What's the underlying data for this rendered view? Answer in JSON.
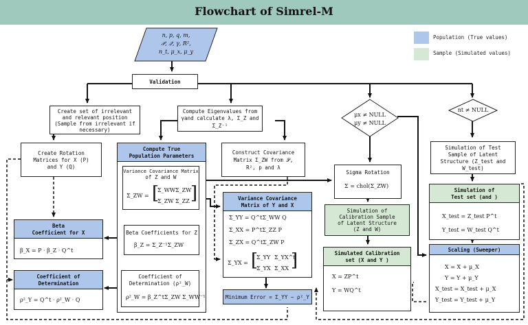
{
  "title": "Flowchart of Simrel-M",
  "legend": {
    "population": "Population (True values)",
    "sample": "Sample (Simulated values)",
    "population_color": "#aec6ea",
    "sample_color": "#d5e8d4"
  },
  "params": {
    "line1": "n, p, q, m,",
    "line2": "𝒫, 𝒬, γ, R²,",
    "line3": "n_t, μ_x, μ_y"
  },
  "validation": "Validation",
  "irrelevant": {
    "line1": "Create set of irrelevant",
    "line2": "and relevant position",
    "line3": "(Sample from irrelevant if",
    "line4": "necessary)"
  },
  "eigen": {
    "line1": "Compute Eigenvalues from",
    "line2": "γand calculate λ, Σ_Z and",
    "line3": "Σ_Z⁻¹"
  },
  "mu_diamond": {
    "line1": "μx ≠ NULL",
    "line2": "μy ≠ NULL"
  },
  "nt_diamond": {
    "line1": "nt ≠ NULL"
  },
  "rotation": {
    "line1": "Create Rotation",
    "line2": "Matrices for X (P)",
    "line3": "and Y (Q)"
  },
  "true_params": {
    "title1": "Compute True",
    "title2": "Population Parameters",
    "varcov_zw1": "Variance Covariance Matrix",
    "varcov_zw2": "of Z and W",
    "sigma_zw_lhs": "Σ_ZW =",
    "m11": "Σ_WW",
    "m12": "Σ_ZW",
    "m21": "Σ_ZW",
    "m22": "Σ_ZZ",
    "beta_z_title": "Beta Coefficients for Z",
    "beta_z_eq": "β_Z = Σ_Z⁻¹Σ_ZW",
    "coefdet1": "Coefficient of",
    "coefdet2": "Determination (ρ²_W)",
    "coefdet_eq": "ρ²_W = β_Z^tΣ_ZW Σ_WW⁻¹"
  },
  "construct_cov": {
    "line1": "Construct Covariance",
    "line2": "Matrix Σ_ZW from 𝒫,",
    "line3": "R², p and λ"
  },
  "sigma_rotation": {
    "title": "Sigma Rotation",
    "eq": "Σ = chol(Σ_ZW)"
  },
  "varcov_yx": {
    "title1": "Variance Covariance",
    "title2": "Matrix of Y and X",
    "eq1": "Σ_YY = Q^tΣ_WW Q",
    "eq2": "Σ_XX = P^tΣ_ZZ P",
    "eq3": "Σ_ZX = Q^tΣ_ZW P",
    "lhs": "Σ_YX =",
    "m11": "Σ_YY",
    "m12": "Σ_YX^t",
    "m21": "Σ_YX",
    "m22": "Σ_XX"
  },
  "min_error": "Minimum Error = Σ_YY − ρ²_Y",
  "beta_x": {
    "title1": "Beta",
    "title2": "Coefficient for X",
    "eq": "β_X = P · β_Z · Q^t"
  },
  "coef_det": {
    "title1": "Coefficient of",
    "title2": "Determination",
    "eq": "ρ²_Y = Q^t · ρ²_W · Q"
  },
  "sim_calib_latent": {
    "line1": "Simulation of",
    "line2": "Calibration Sample",
    "line3": "of Latent Structure",
    "line4": "(Z and W)"
  },
  "sim_calib_set": {
    "title1": "Simulated Calibration",
    "title2": "set (X and Y )",
    "eq1": "X = ZP^t",
    "eq2": "Y = WQ^t"
  },
  "sim_test_latent": {
    "line1": "Simulation of Test",
    "line2": "Sample of Latent",
    "line3": "Structure (Z_test and",
    "line4": "W_test)"
  },
  "sim_test_set": {
    "title1": "Simulation of",
    "title2": "Test set (and )",
    "eq1": "X_test = Z_test P^t",
    "eq2": "Y_test = W_test Q^t"
  },
  "scaling": {
    "title": "Scaling (Sweeper)",
    "eq1": "X = X + μ_X",
    "eq2": "Y = Y + μ_Y",
    "eq3": "X_test = X_test + μ_X",
    "eq4": "Y_test = Y_test + μ_Y"
  }
}
